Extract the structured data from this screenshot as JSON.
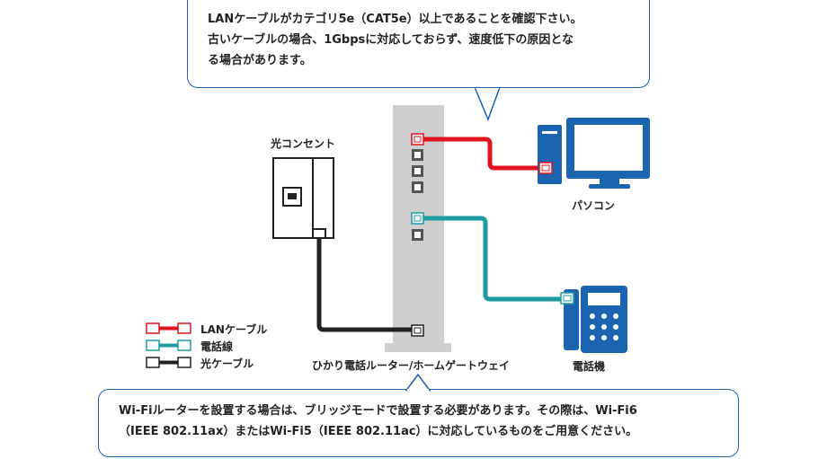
{
  "notes": {
    "top": [
      "LANケーブルがカテゴリ5e（CAT5e）以上であることを確認下さい。",
      "古いケーブルの場合、1Gbpsに対応しておらず、速度低下の原因とな",
      "る場合があります。"
    ],
    "bottom": [
      "Wi-Fiルーターを設置する場合は、ブリッジモードで設置する必要があります。その際は、Wi-Fi6",
      "（IEEE 802.11ax）またはWi-Fi5（IEEE 802.11ac）に対応しているものをご用意ください。"
    ]
  },
  "devices": {
    "optical_outlet": "光コンセント",
    "router": "ひかり電話ルーター/ホームゲートウェイ",
    "pc": "パソコン",
    "phone": "電話機"
  },
  "legend": [
    {
      "label": "LANケーブル",
      "color": "#e0141e"
    },
    {
      "label": "電話線",
      "color": "#1f9aa0"
    },
    {
      "label": "光ケーブル",
      "color": "#222222"
    }
  ],
  "colors": {
    "lan": "#e0141e",
    "phone_line": "#1f9aa0",
    "optical": "#222222",
    "device_blue": "#1a64b0",
    "router_gray": "#cfcfcf"
  }
}
